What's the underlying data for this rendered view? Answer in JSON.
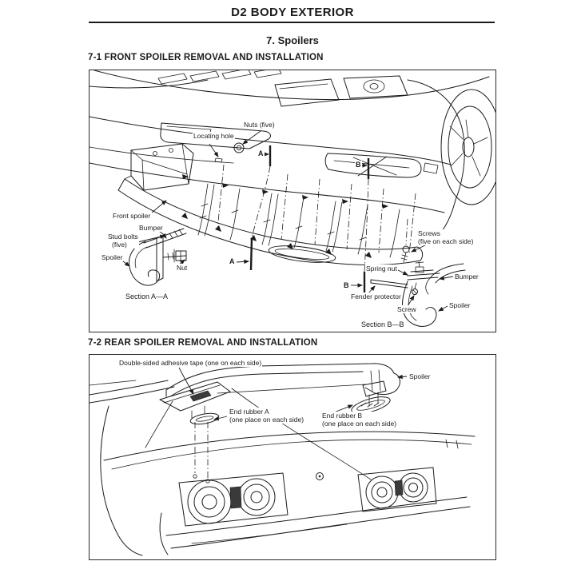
{
  "page": {
    "doc_title": "D2 BODY EXTERIOR",
    "section_title": "7. Spoilers"
  },
  "colors": {
    "ink": "#1c1c1c",
    "paper": "#ffffff"
  },
  "figure1": {
    "heading": "7-1 FRONT SPOILER REMOVAL AND INSTALLATION",
    "labels": {
      "nuts": "Nuts (five)",
      "locating_hole": "Locating hole",
      "marker_a": "A",
      "marker_b": "B",
      "front_spoiler": "Front spoiler",
      "bumper_left": "Bumper",
      "stud_bolts_line1": "Stud bolts",
      "stud_bolts_line2": "(five)",
      "spoiler_left": "Spoiler",
      "nut": "Nut",
      "section_aa": "Section A—A",
      "screws_line1": "Screws",
      "screws_line2": "(five on each side)",
      "spring_nut": "Spring nut",
      "fender_protector": "Fender protector",
      "screw": "Screw",
      "bumper_right": "Bumper",
      "spoiler_right": "Spoiler",
      "section_bb": "Section B—B"
    }
  },
  "figure2": {
    "heading": "7-2 REAR SPOILER REMOVAL AND INSTALLATION",
    "labels": {
      "adhesive_tape": "Double-sided adhesive tape (one on each side)",
      "spoiler": "Spoiler",
      "end_rubber_a_line1": "End rubber A",
      "end_rubber_a_line2": "(one place on each side)",
      "end_rubber_b_line1": "End rubber B",
      "end_rubber_b_line2": "(one place on each side)"
    }
  }
}
